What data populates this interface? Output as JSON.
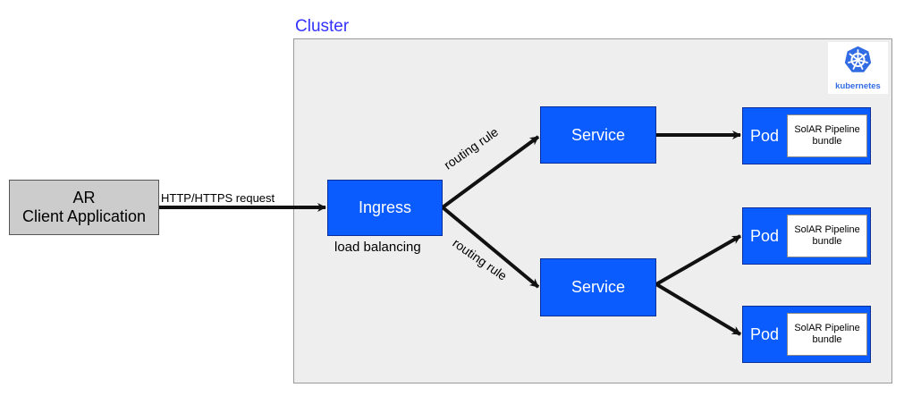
{
  "cluster": {
    "title": "Cluster"
  },
  "client": {
    "line1": "AR",
    "line2": "Client Application"
  },
  "connections": {
    "http_label": "HTTP/HTTPS request",
    "routing_label_1": "routing rule",
    "routing_label_2": "routing rule"
  },
  "ingress": {
    "label": "Ingress",
    "caption": "load balancing"
  },
  "services": [
    {
      "label": "Service"
    },
    {
      "label": "Service"
    }
  ],
  "pods": [
    {
      "label": "Pod",
      "bundle_line1": "SolAR Pipeline",
      "bundle_line2": "bundle"
    },
    {
      "label": "Pod",
      "bundle_line1": "SolAR Pipeline",
      "bundle_line2": "bundle"
    },
    {
      "label": "Pod",
      "bundle_line1": "SolAR Pipeline",
      "bundle_line2": "bundle"
    }
  ],
  "logo": {
    "text": "kubernetes",
    "icon": "kubernetes-helm-wheel-icon"
  },
  "colors": {
    "node_blue": "#0b5cff",
    "cluster_title": "#3333ff",
    "cluster_bg": "#eeeeee",
    "client_bg": "#cccccc",
    "logo_blue": "#326ce5"
  }
}
